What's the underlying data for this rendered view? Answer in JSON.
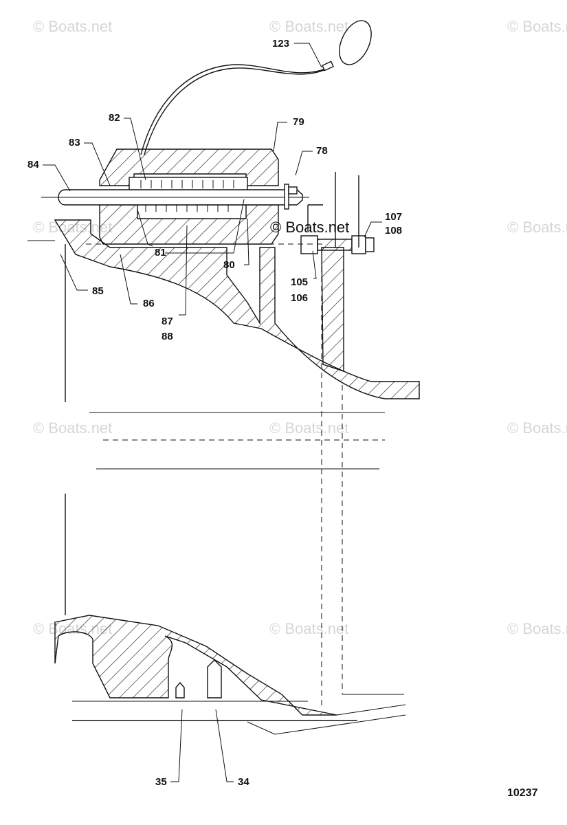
{
  "watermark": "© Boats.net",
  "reference_number": "10237",
  "callouts": [
    {
      "id": "c123",
      "label": "123"
    },
    {
      "id": "c82",
      "label": "82"
    },
    {
      "id": "c79",
      "label": "79"
    },
    {
      "id": "c83",
      "label": "83"
    },
    {
      "id": "c78",
      "label": "78"
    },
    {
      "id": "c84",
      "label": "84"
    },
    {
      "id": "c107",
      "label": "107"
    },
    {
      "id": "c108",
      "label": "108"
    },
    {
      "id": "c81",
      "label": "81"
    },
    {
      "id": "c80",
      "label": "80"
    },
    {
      "id": "c85",
      "label": "85"
    },
    {
      "id": "c105",
      "label": "105"
    },
    {
      "id": "c106",
      "label": "106"
    },
    {
      "id": "c86",
      "label": "86"
    },
    {
      "id": "c87",
      "label": "87"
    },
    {
      "id": "c88",
      "label": "88"
    },
    {
      "id": "c35",
      "label": "35"
    },
    {
      "id": "c34",
      "label": "34"
    }
  ]
}
